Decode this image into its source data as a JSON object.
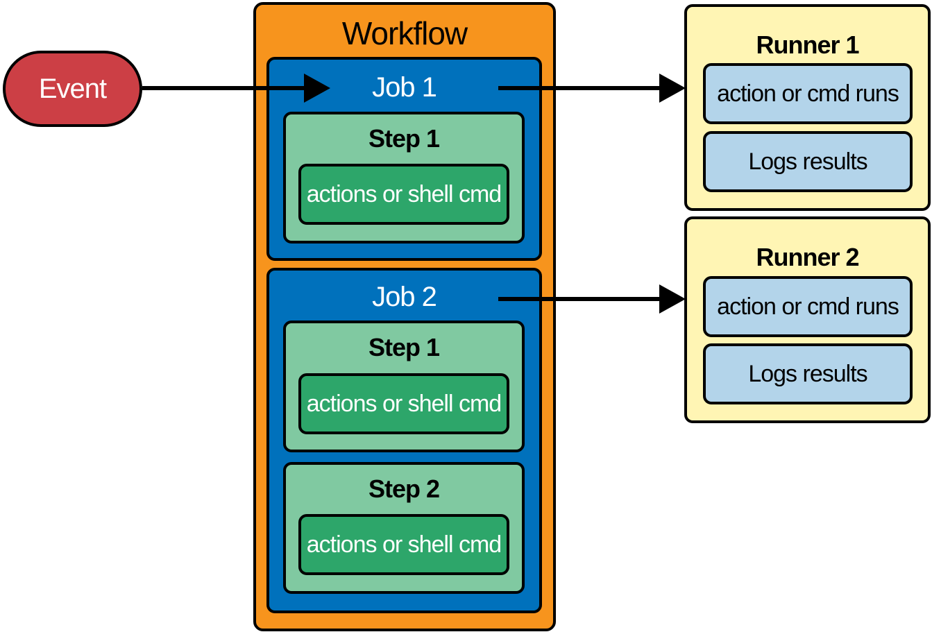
{
  "event": {
    "label": "Event"
  },
  "workflow": {
    "title": "Workflow",
    "jobs": [
      {
        "title": "Job 1",
        "steps": [
          {
            "title": "Step 1",
            "command": "actions or shell cmd"
          }
        ]
      },
      {
        "title": "Job 2",
        "steps": [
          {
            "title": "Step 1",
            "command": "actions or shell cmd"
          },
          {
            "title": "Step 2",
            "command": "actions or shell cmd"
          }
        ]
      }
    ]
  },
  "runners": [
    {
      "title": "Runner 1",
      "items": [
        "action or cmd runs",
        "Logs results"
      ]
    },
    {
      "title": "Runner 2",
      "items": [
        "action or cmd runs",
        "Logs results"
      ]
    }
  ],
  "colors": {
    "event": "#cc3f45",
    "workflow": "#f7941d",
    "job": "#0071bc",
    "step": "#80c9a1",
    "command": "#2da66a",
    "runner": "#fff5b4",
    "runner_item": "#b3d4ea"
  }
}
